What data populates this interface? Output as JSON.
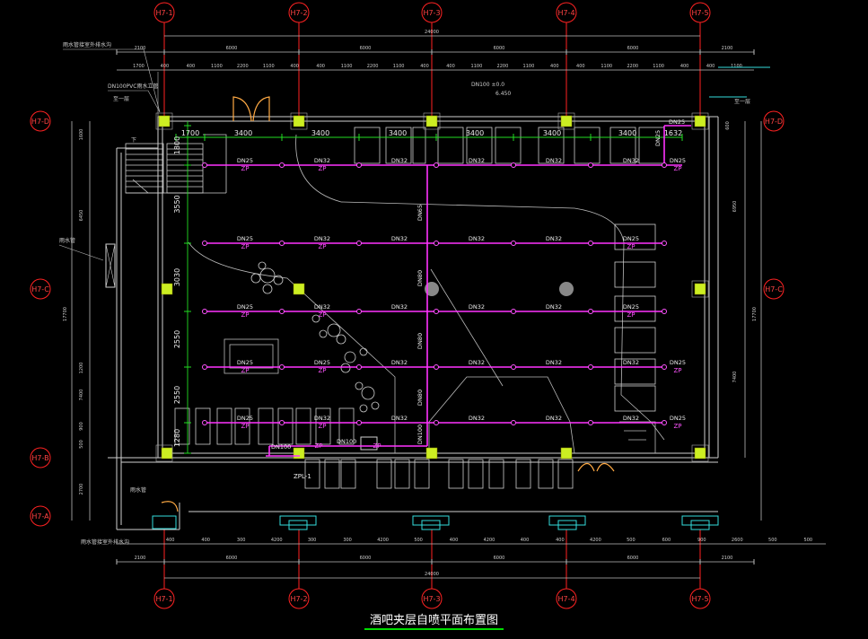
{
  "title": "酒吧夹层自喷平面布置图",
  "colors": {
    "background": "#000000",
    "pipe": "#ff33ff",
    "dimension_green": "#22dd22",
    "grid_red": "#ff2222",
    "column_fill": "#ccee22",
    "wall": "#cfcfcf",
    "cyan": "#33dddd",
    "door": "#ffaa44"
  },
  "grid": {
    "columns": [
      "H7-1",
      "H7-2",
      "H7-3",
      "H7-4",
      "H7-5"
    ],
    "rows": [
      "H7-D",
      "H7-C",
      "H7-B",
      "H7-A"
    ]
  },
  "top_dims": {
    "total": "24000",
    "spans": [
      "2100",
      "6000",
      "6000",
      "6000",
      "6000",
      "2100"
    ],
    "details": [
      "1700",
      "400",
      "400",
      "1100",
      "2200",
      "1100",
      "400",
      "400",
      "1100",
      "2200",
      "1100",
      "400",
      "400",
      "1100",
      "2200",
      "1100",
      "400",
      "400",
      "1100",
      "2200",
      "1100",
      "400",
      "400",
      "1100"
    ]
  },
  "bottom_dims": {
    "total": "24000",
    "spans": [
      "2100",
      "6000",
      "6000",
      "6000",
      "6000",
      "2100"
    ],
    "details": [
      "400",
      "400",
      "300",
      "4200",
      "300",
      "300",
      "4200",
      "500",
      "400",
      "4200",
      "400",
      "400",
      "4200",
      "500",
      "600",
      "900",
      "2600",
      "500",
      "500"
    ]
  },
  "left_dims": [
    "1600",
    "6450",
    "17700",
    "1200",
    "7400",
    "900",
    "500",
    "2700"
  ],
  "right_dims": [
    "600",
    "6950",
    "17700",
    "7400"
  ],
  "sprinkler_dims": {
    "top": [
      "1700",
      "3400",
      "3400",
      "3400",
      "3400",
      "3400",
      "3400",
      "1632"
    ],
    "left": [
      "1800",
      "3550",
      "3030",
      "2550",
      "2550",
      "1280"
    ]
  },
  "pipe_labels": {
    "row1": [
      "DN25",
      "DN32",
      "DN32",
      "DN32",
      "DN32",
      "DN32",
      "DN25"
    ],
    "row2": [
      "DN25",
      "DN32",
      "DN32",
      "DN32",
      "DN32",
      "DN25"
    ],
    "row3": [
      "DN25",
      "DN32",
      "DN32",
      "DN32",
      "DN32",
      "DN25"
    ],
    "row4": [
      "DN25",
      "DN25",
      "DN32",
      "DN32",
      "DN32",
      "DN32",
      "DN25"
    ],
    "row5": [
      "DN25",
      "DN32",
      "DN32",
      "DN32",
      "DN32",
      "DN32",
      "DN25"
    ],
    "main": [
      "DN65",
      "DN80",
      "DN80",
      "DN80",
      "DN100"
    ],
    "misc": [
      "DN100",
      "DN100",
      "DN25",
      "DN25",
      "ZPL-1"
    ],
    "zp": "ZP"
  },
  "notes": {
    "top_left": "雨水管接室外排水沟",
    "top_left2": "DN100PVC雨水立管",
    "top_left3": "至一层",
    "top_right": "至一层",
    "left_mid": "雨水管",
    "left_low": "雨水管",
    "bottom_left": "雨水管接室外排水沟",
    "level": "6.450",
    "stair_up": "下",
    "top_center": "DN100 ±0.0"
  }
}
